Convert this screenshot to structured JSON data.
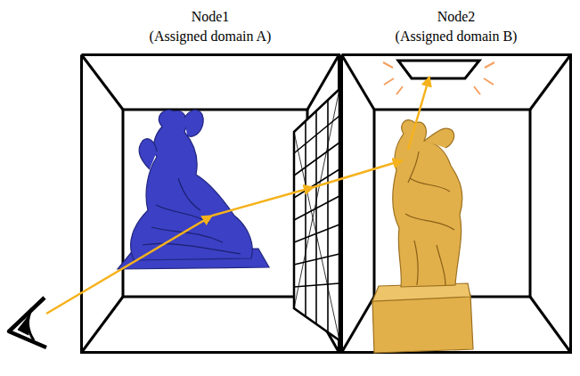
{
  "diagram": {
    "nodes": [
      {
        "text": [
          "Node1",
          "(Assigned domain A)"
        ]
      },
      {
        "text": [
          "Node2",
          "(Assigned domain B)"
        ]
      }
    ]
  }
}
